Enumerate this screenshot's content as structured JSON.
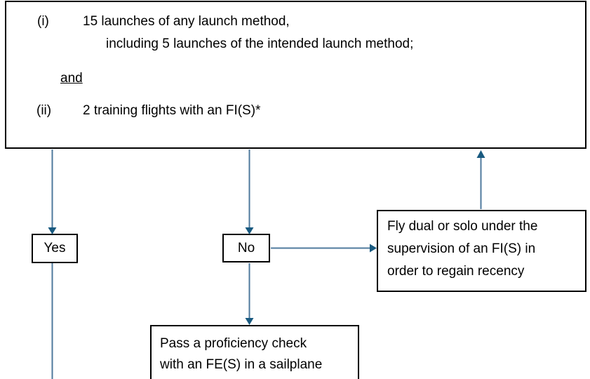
{
  "flowchart": {
    "condition_box": {
      "item_i_label": "(i)",
      "item_i_line1": "15 launches of any launch method,",
      "item_i_line2": "including 5 launches of the intended launch method;",
      "connector": "and",
      "item_ii_label": "(ii)",
      "item_ii_text": "2 training flights with an FI(S)*"
    },
    "yes_box": {
      "label": "Yes"
    },
    "no_box": {
      "label": "No"
    },
    "regain_box": {
      "lines": [
        "Fly dual or solo under the",
        "supervision of an FI(S) in",
        "order to regain recency"
      ]
    },
    "check_box": {
      "lines": [
        "Pass a proficiency check",
        "with an FE(S) in a sailplane"
      ]
    }
  },
  "colors": {
    "background": "#ffffff",
    "box_border": "#000000",
    "text": "#000000",
    "arrow_stem": "#4f7a9d",
    "arrow_head": "#195a80"
  }
}
